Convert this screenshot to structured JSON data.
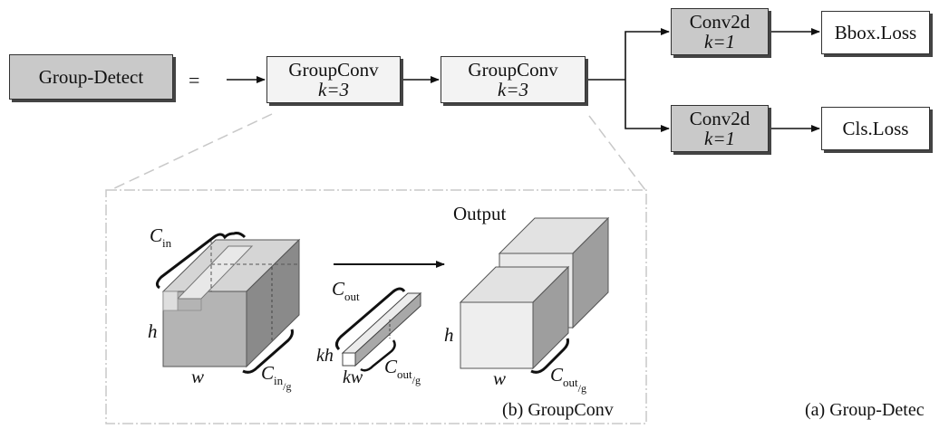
{
  "main": {
    "group_detect": "Group-Detect",
    "equals": "=",
    "groupconv1": {
      "title": "GroupConv",
      "k": "k=3"
    },
    "groupconv2": {
      "title": "GroupConv",
      "k": "k=3"
    },
    "conv_top": {
      "title": "Conv2d",
      "k": "k=1"
    },
    "conv_bottom": {
      "title": "Conv2d",
      "k": "k=1"
    },
    "bbox_loss": "Bbox.Loss",
    "cls_loss": "Cls.Loss",
    "caption_a": "(a) Group-Detec"
  },
  "inset": {
    "output_label": "Output",
    "cin": {
      "letter": "C",
      "sub": "in"
    },
    "cin_g": {
      "letter": "C",
      "sub": "in",
      "slash_g": "/g"
    },
    "cout": {
      "letter": "C",
      "sub": "out"
    },
    "cout_g_kernel": {
      "letter": "C",
      "sub": "out",
      "slash_g": "/g"
    },
    "cout_g_output": {
      "letter": "C",
      "sub": "out",
      "slash_g": "/g"
    },
    "h_input": "h",
    "w_input": "w",
    "kh": "kh",
    "kw": "kw",
    "h_output": "h",
    "w_output": "w",
    "caption_b": "(b) GroupConv"
  }
}
